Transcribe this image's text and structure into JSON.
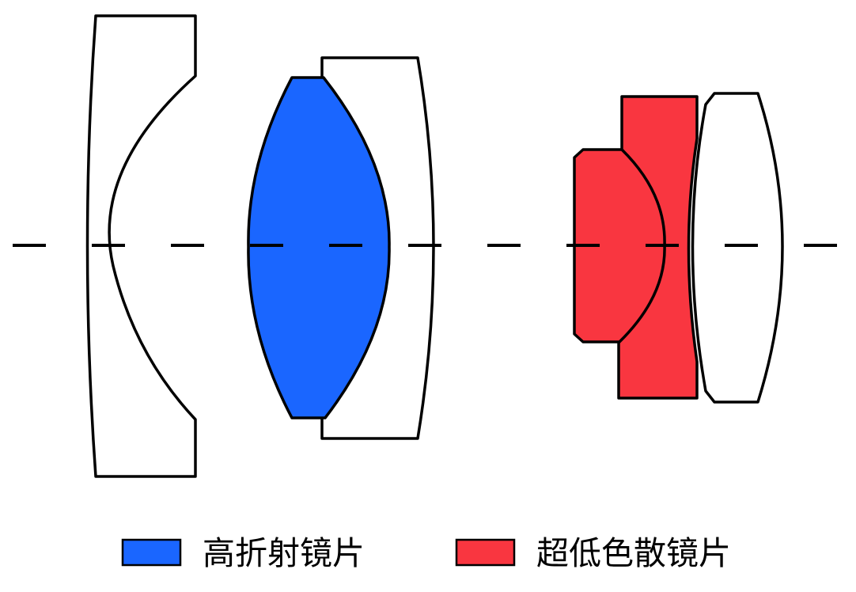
{
  "colors": {
    "high_refraction": "#1a66ff",
    "ultra_low_dispersion": "#f93640",
    "plain_glass": "#ffffff",
    "outline": "#000000"
  },
  "legend": {
    "items": [
      {
        "key": "high_refraction",
        "label": "高折射镜片"
      },
      {
        "key": "ultra_low_dispersion",
        "label": "超低色散镜片"
      }
    ]
  }
}
